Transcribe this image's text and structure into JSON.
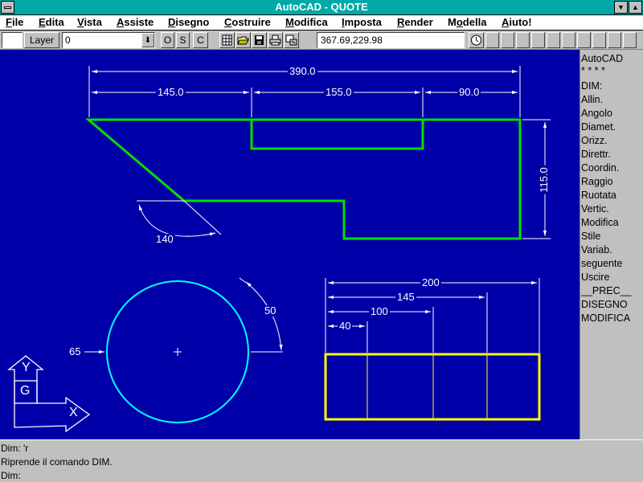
{
  "window": {
    "title": "AutoCAD - QUOTE",
    "minimize_glyph": "▼",
    "maximize_glyph": "▲"
  },
  "menu": [
    {
      "label": "File",
      "hot": "F",
      "rest": "ile"
    },
    {
      "label": "Edita",
      "hot": "E",
      "rest": "dita"
    },
    {
      "label": "Vista",
      "hot": "V",
      "rest": "ista"
    },
    {
      "label": "Assiste",
      "hot": "A",
      "rest": "ssiste"
    },
    {
      "label": "Disegno",
      "hot": "D",
      "rest": "isegno"
    },
    {
      "label": "Costruire",
      "hot": "C",
      "rest": "ostruire"
    },
    {
      "label": "Modifica",
      "hot": "M",
      "rest": "odifica"
    },
    {
      "label": "Imposta",
      "hot": "I",
      "rest": "mposta"
    },
    {
      "label": "Render",
      "hot": "R",
      "rest": "ender"
    },
    {
      "label": "Modella",
      "hot": "o",
      "prefix": "M",
      "rest": "della"
    },
    {
      "label": "Aiuto!",
      "hot": "A",
      "rest": "iuto!"
    }
  ],
  "toolbar": {
    "layer_button": "Layer",
    "layer_value": "0",
    "dropdown_glyph": "⬇",
    "osnap_o": "O",
    "osnap_s": "S",
    "osnap_c": "C",
    "coordinates": "367.69,229.98",
    "icons": [
      "grid-icon",
      "open-folder-icon",
      "save-disk-icon",
      "print-icon",
      "zoom-window-icon",
      "clock-icon"
    ]
  },
  "drawing": {
    "background": "#0000a8",
    "colors": {
      "green": "#00e000",
      "cyan": "#00ffff",
      "yellow": "#ffff00",
      "white": "#ffffff"
    },
    "dims": {
      "d390": "390.0",
      "d145": "145.0",
      "d155": "155.0",
      "d90": "90.0",
      "d115": "115.0",
      "a140": "140",
      "r50": "50",
      "d65": "65",
      "d200": "200",
      "d145b": "145",
      "d100": "100",
      "d40": "40"
    },
    "ucs": {
      "y": "Y",
      "x": "X",
      "g": "G"
    }
  },
  "side_menu": {
    "header1": "AutoCAD",
    "header2": "* * * *",
    "items": [
      "DIM:",
      "Allin.",
      "Angolo",
      "Diamet.",
      "Orizz.",
      "Direttr.",
      "Coordin.",
      "Raggio",
      "Ruotata",
      "Vertic.",
      "Modifica",
      "Stile",
      "Variab.",
      "seguente",
      "Uscire",
      "__PREC__",
      "DISEGNO",
      "MODIFICA"
    ]
  },
  "command": {
    "lines": [
      "Dim: 'r",
      "Riprende il comando DIM.",
      "Dim:"
    ]
  }
}
